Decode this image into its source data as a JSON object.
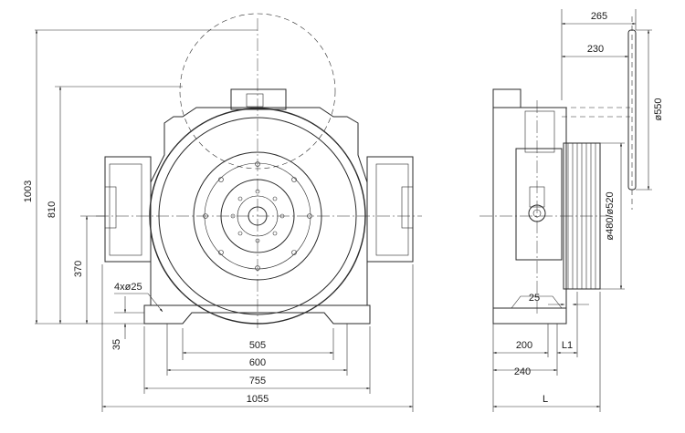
{
  "front_view": {
    "dimensions": {
      "overall_height": "1003",
      "sheave_center_height": "810",
      "bearing_center_height": "370",
      "base_thickness": "35",
      "mount_holes": "4xø25",
      "hole_spacing": "505",
      "base_inner": "600",
      "base_outer": "755",
      "overall_width": "1055"
    }
  },
  "side_view": {
    "dimensions": {
      "handwheel_offset_outer": "265",
      "handwheel_offset_inner": "230",
      "handwheel_diameter": "ø550",
      "sheave_diameter": "ø480/ø520",
      "groove_offset": "25",
      "base_depth": "200",
      "groove_length": "L1",
      "base_total_depth": "240",
      "overall_length": "L"
    }
  }
}
